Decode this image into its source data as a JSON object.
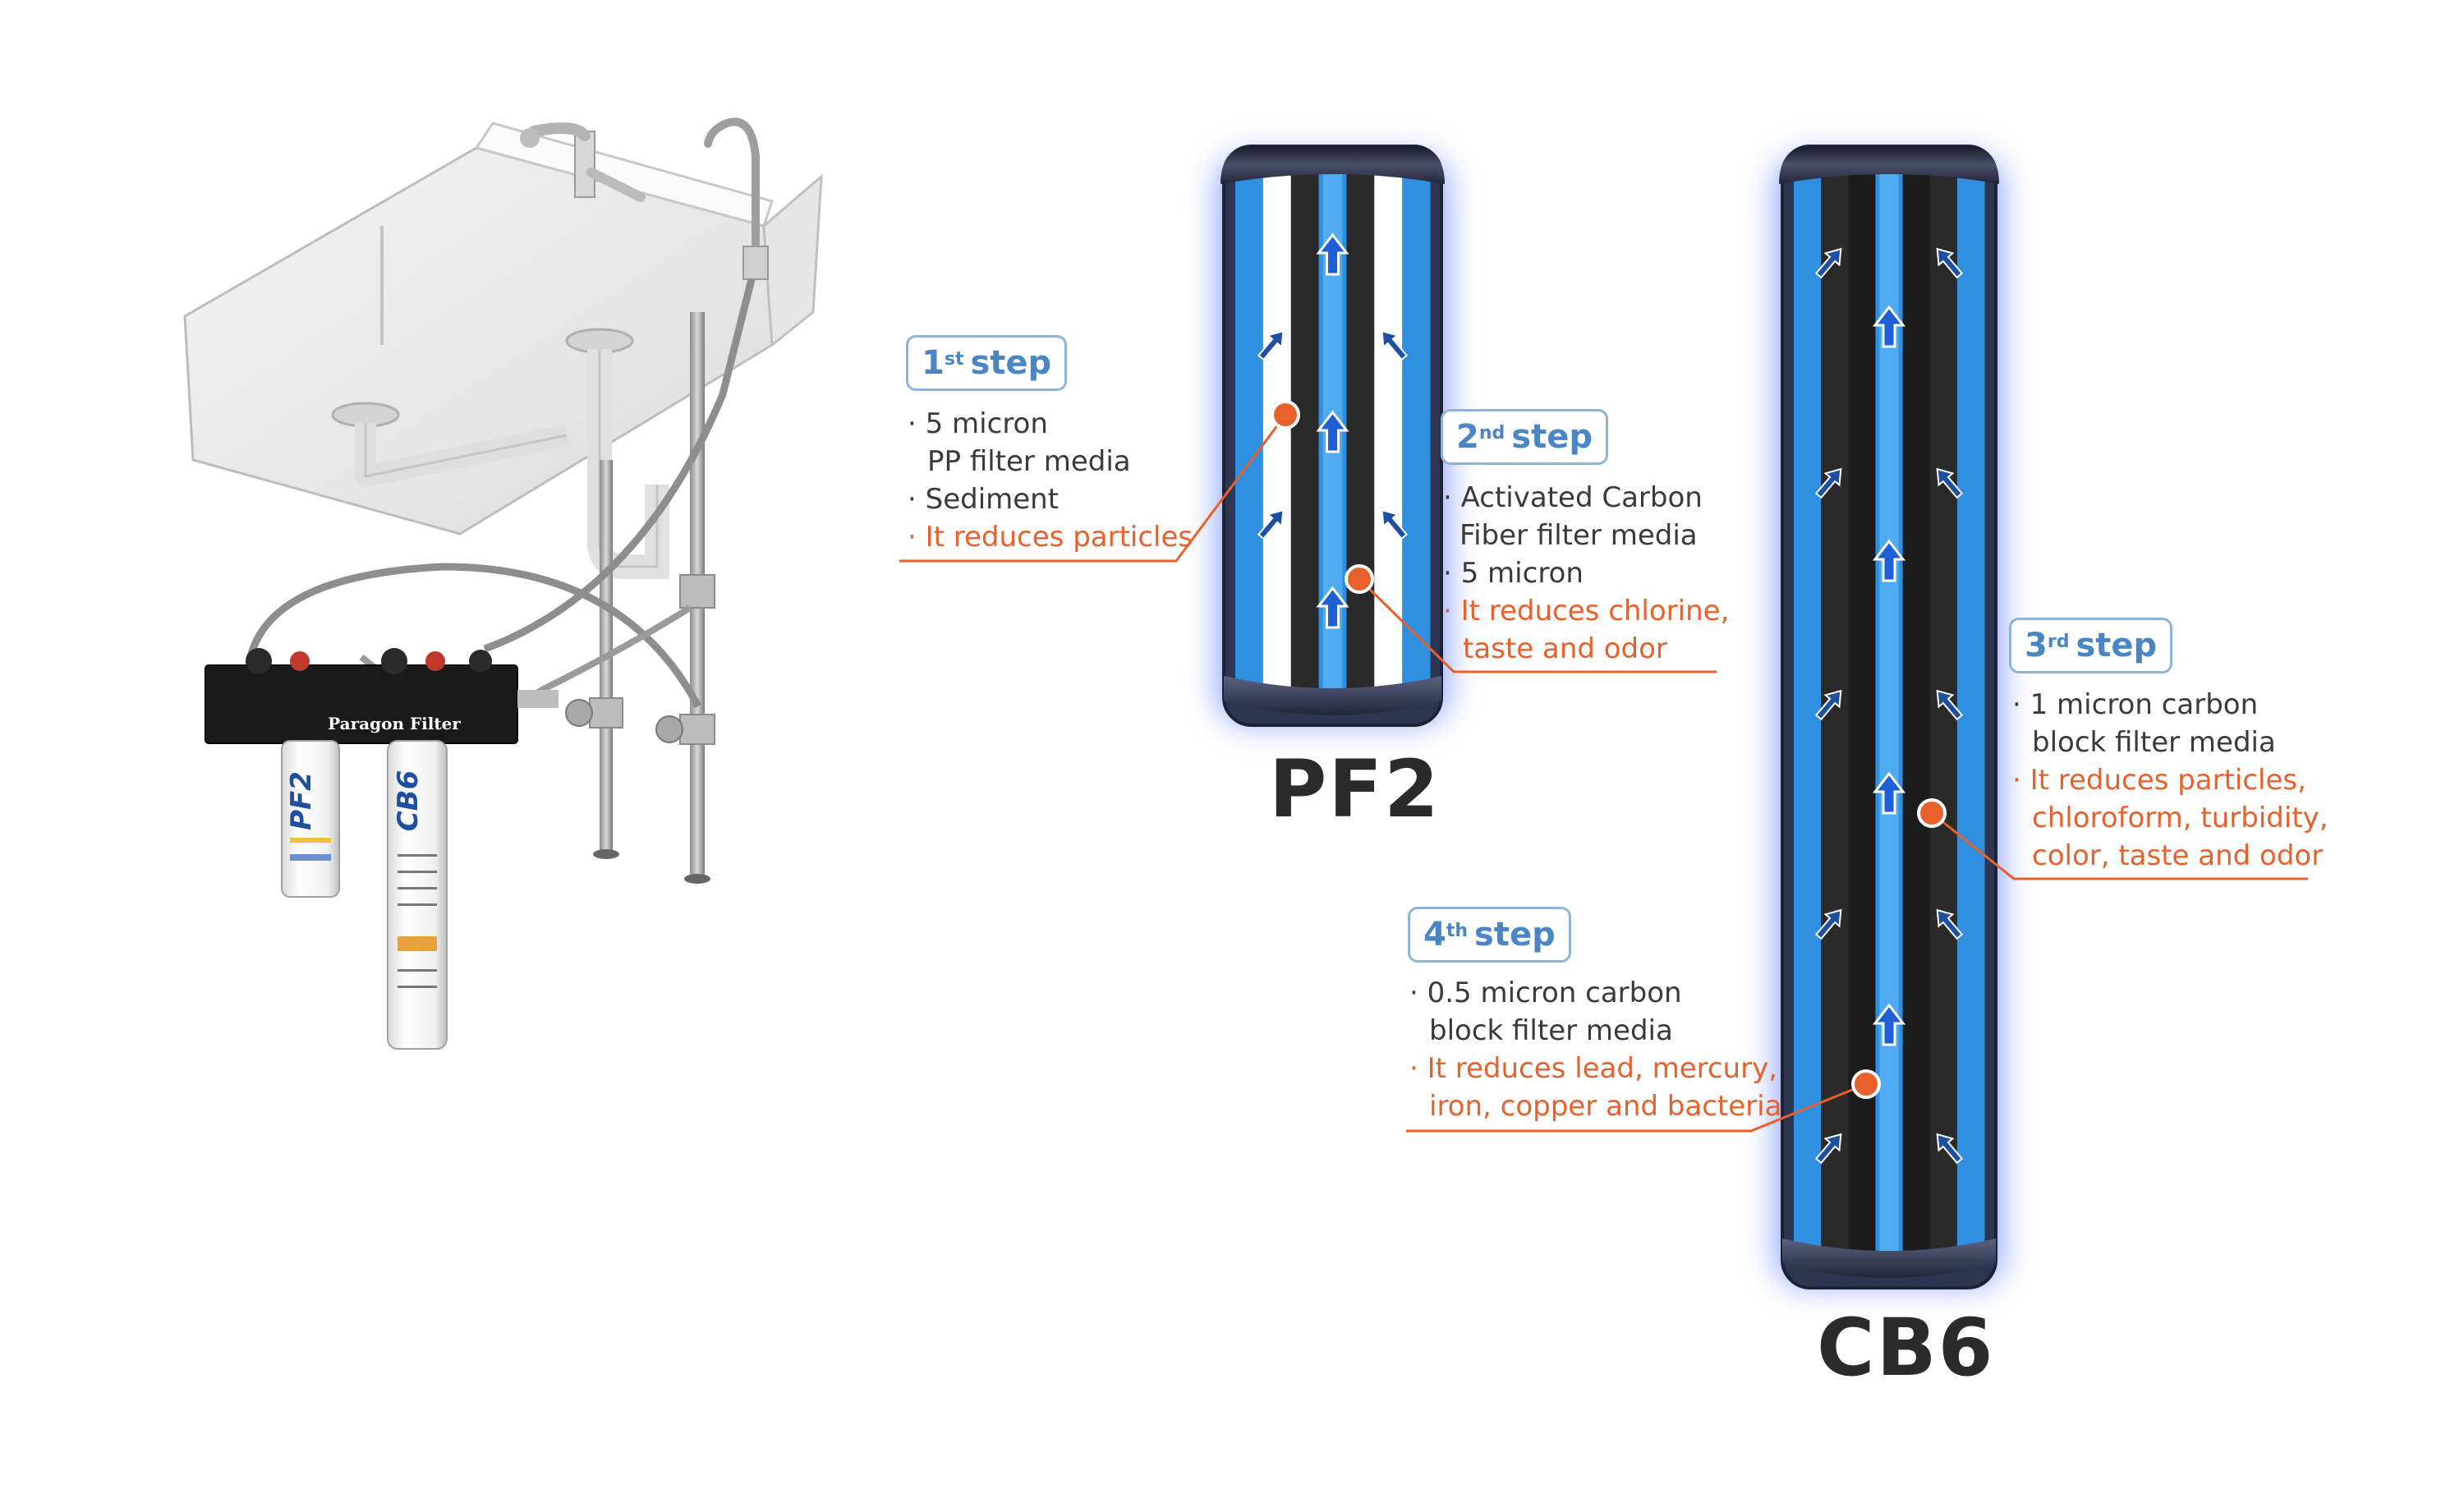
{
  "housing_brand": "Paragon Filter",
  "cartridge_labels": {
    "left": "PF2",
    "right": "CB6"
  },
  "filters": {
    "pf2": {
      "name": "PF2"
    },
    "cb6": {
      "name": "CB6"
    }
  },
  "steps": [
    {
      "ordinal": "1",
      "suffix": "st",
      "word": "step",
      "lines": [
        "· 5 micron",
        "PP filter media",
        "· Sediment"
      ],
      "red_lines": [
        "· It reduces particles"
      ]
    },
    {
      "ordinal": "2",
      "suffix": "nd",
      "word": "step",
      "lines": [
        "· Activated Carbon",
        "Fiber filter media",
        "· 5 micron"
      ],
      "red_lines": [
        "· It reduces chlorine,",
        "taste and odor"
      ]
    },
    {
      "ordinal": "3",
      "suffix": "rd",
      "word": "step",
      "lines": [
        "· 1 micron carbon",
        "block filter media"
      ],
      "red_lines": [
        "· It reduces particles,",
        "chloroform, turbidity,",
        "color, taste and odor"
      ]
    },
    {
      "ordinal": "4",
      "suffix": "th",
      "word": "step",
      "lines": [
        "· 0.5 micron carbon",
        "block filter media"
      ],
      "red_lines": [
        "· It reduces lead, mercury,",
        "iron, copper and bacteria"
      ]
    }
  ],
  "colors": {
    "accent_red": "#e8612c",
    "badge_blue": "#4a86c5",
    "media_blue": "#2f8fe0",
    "media_dark": "#2a2a2a",
    "glow": "#4a6cf7"
  }
}
